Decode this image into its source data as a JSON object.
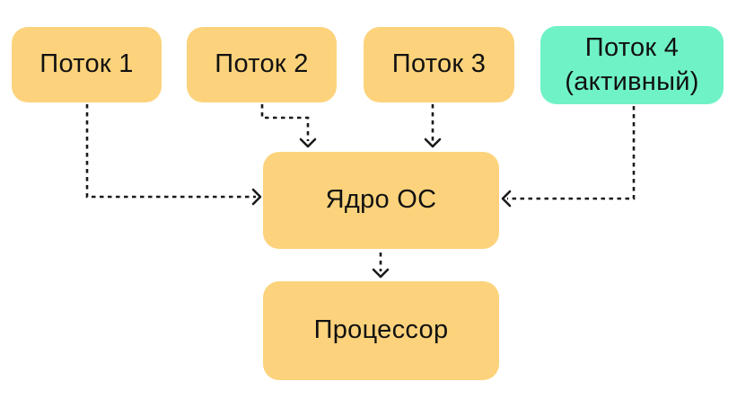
{
  "diagram": {
    "colors": {
      "thread_box": "#FCD37C",
      "active_thread_box": "#6FF2C6",
      "arrow": "#1A1A1A",
      "text": "#111111",
      "background": "#FFFFFF"
    },
    "nodes": {
      "thread1": {
        "label": "Поток 1"
      },
      "thread2": {
        "label": "Поток 2"
      },
      "thread3": {
        "label": "Поток 3"
      },
      "thread4": {
        "label_line1": "Поток 4",
        "label_line2": "(активный)"
      },
      "kernel": {
        "label": "Ядро ОС"
      },
      "processor": {
        "label": "Процессор"
      }
    },
    "edges": [
      {
        "from": "Поток 1",
        "to": "Ядро ОС",
        "style": "dashed"
      },
      {
        "from": "Поток 2",
        "to": "Ядро ОС",
        "style": "dashed"
      },
      {
        "from": "Поток 3",
        "to": "Ядро ОС",
        "style": "dashed"
      },
      {
        "from": "Поток 4 (активный)",
        "to": "Ядро ОС",
        "style": "dashed"
      },
      {
        "from": "Ядро ОС",
        "to": "Процессор",
        "style": "dashed"
      }
    ]
  }
}
